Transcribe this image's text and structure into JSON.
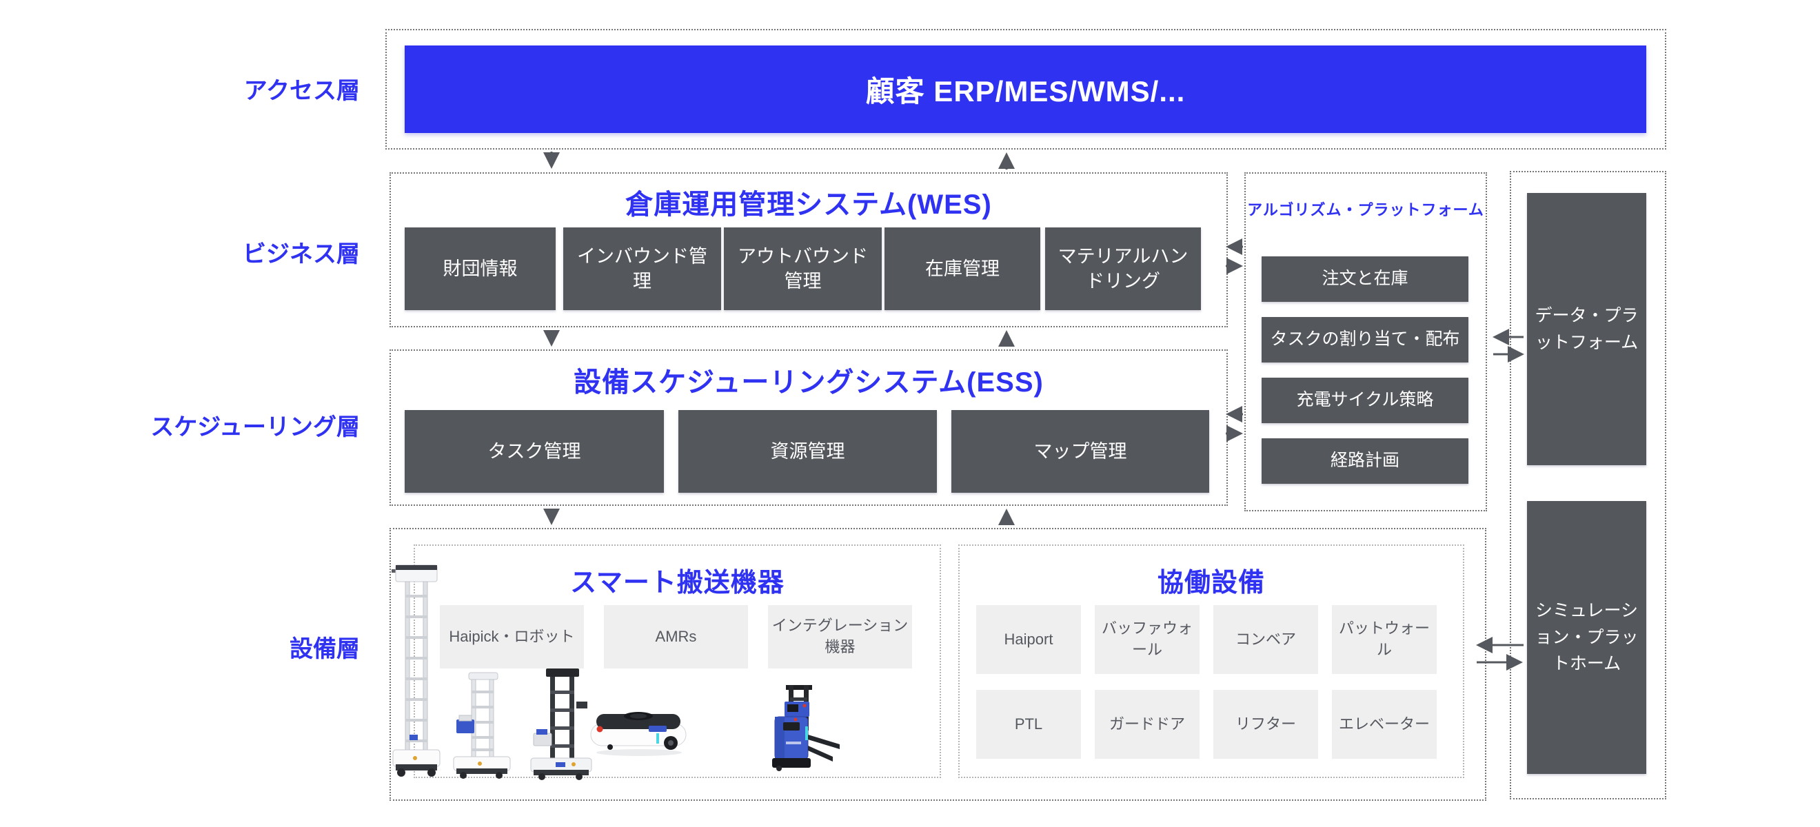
{
  "colors": {
    "primary_blue": "#3032F2",
    "dark_box": "#54575C",
    "light_box": "#EFEFF0",
    "light_box_text": "#55585E",
    "arrow": "#55585E"
  },
  "layers": {
    "access": {
      "label": "アクセス層",
      "customer_bar": "顧客 ERP/MES/WMS/..."
    },
    "business": {
      "label": "ビジネス層",
      "wes_title": "倉庫運用管理システム(WES)",
      "wes_modules": [
        "財団情報",
        "インバウンド管理",
        "アウトバウンド管理",
        "在庫管理",
        "マテリアルハンドリング"
      ]
    },
    "scheduling": {
      "label": "スケジューリング層",
      "ess_title": "設備スケジューリングシステム(ESS)",
      "ess_modules": [
        "タスク管理",
        "資源管理",
        "マップ管理"
      ]
    },
    "equipment": {
      "label": "設備層",
      "smart_title": "スマート搬送機器",
      "smart_modules": [
        "Haipick・ロボット",
        "AMRs",
        "インテグレーション機器"
      ],
      "collab_title": "協働設備",
      "collab_modules": [
        "Haiport",
        "バッファウォール",
        "コンベア",
        "パットウォール",
        "PTL",
        "ガードドア",
        "リフター",
        "エレベーター"
      ]
    }
  },
  "algorithm_platform": {
    "title": "アルゴリズム・プラットフォーム",
    "modules": [
      "注文と在庫",
      "タスクの割り当て・配布",
      "充電サイクル策略",
      "経路計画"
    ]
  },
  "side_platforms": {
    "data": "データ・プラットフォーム",
    "simulation": "シミュレーション・プラットホーム"
  }
}
